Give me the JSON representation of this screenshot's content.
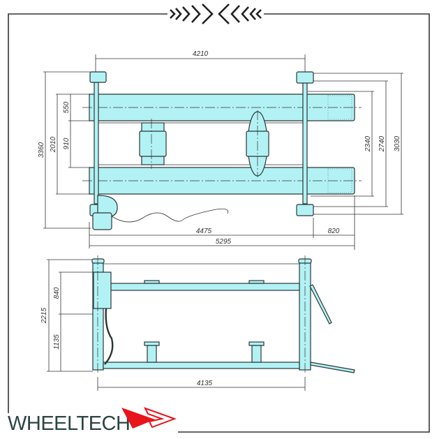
{
  "brand": {
    "name": "WHEELTECH",
    "accent_color": "#e8141c"
  },
  "colors": {
    "part_fill": "#b2f2f5",
    "outline": "#2b3636"
  },
  "top_view": {
    "dimensions": {
      "overall_post_span": "4210",
      "overall_width": "3360",
      "runway_outer_width": "2010",
      "runway_width": "550",
      "runway_gap": "910",
      "right_2340": "2340",
      "right_2740": "2740",
      "right_3030": "3030",
      "length_to_post": "4475",
      "ramp_overhang": "820",
      "overall_length": "5295"
    }
  },
  "side_view": {
    "dimensions": {
      "overall_height": "2215",
      "upper_section": "840",
      "lower_section": "1135",
      "post_spacing": "4135"
    }
  }
}
